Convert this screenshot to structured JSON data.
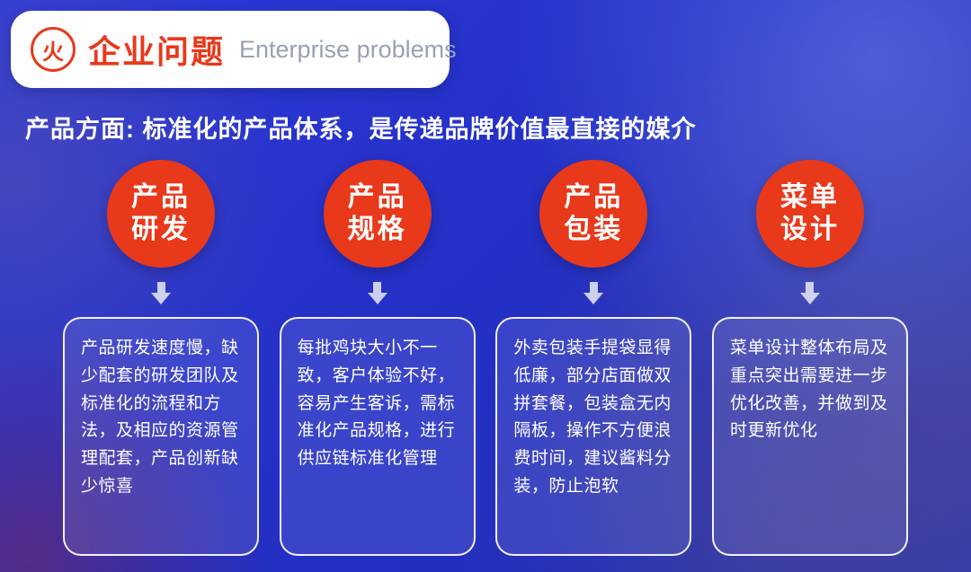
{
  "slide": {
    "header": {
      "logo_char": "火",
      "title": "企业问题",
      "subtitle": "Enterprise problems"
    },
    "headline": "产品方面: 标准化的产品体系，是传递品牌价值最直接的媒介",
    "columns": [
      {
        "badge_line1": "产品",
        "badge_line2": "研发",
        "description": "产品研发速度慢，缺少配套的研发团队及标准化的流程和方法，及相应的资源管理配套，产品创新缺少惊喜"
      },
      {
        "badge_line1": "产品",
        "badge_line2": "规格",
        "description": "每批鸡块大小不一致，客户体验不好，容易产生客诉，需标准化产品规格，进行供应链标准化管理"
      },
      {
        "badge_line1": "产品",
        "badge_line2": "包装",
        "description": "外卖包装手提袋显得低廉，部分店面做双拼套餐，包装盒无内隔板，操作不方便浪费时间，建议酱料分装，防止泡软"
      },
      {
        "badge_line1": "菜单",
        "badge_line2": "设计",
        "description": "菜单设计整体布局及重点突出需要进一步优化改善，并做到及时更新优化"
      }
    ],
    "colors": {
      "background_blue": "#2430c6",
      "accent_red": "#e8391b",
      "subtitle_gray": "#98a0b3",
      "card_white": "#ffffff"
    }
  }
}
